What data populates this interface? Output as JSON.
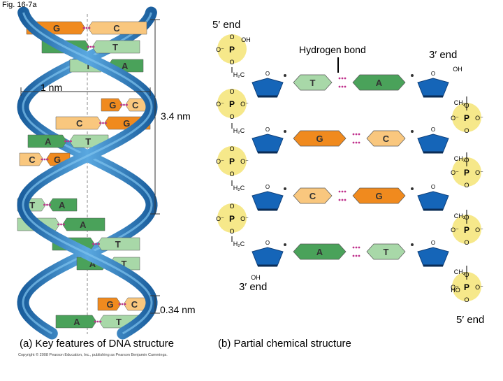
{
  "figure_label": "Fig. 16-7a",
  "labels": {
    "five_prime_top": "5′ end",
    "hydrogen_bond": "Hydrogen bond",
    "three_prime_right": "3′ end",
    "one_nm": "1 nm",
    "three_four_nm": "3.4 nm",
    "zero_three_four_nm": "0.34 nm",
    "three_prime_bottom": "3′ end",
    "five_prime_bottom": "5′ end"
  },
  "captions": {
    "a": "(a) Key features of DNA structure",
    "b": "(b) Partial chemical structure"
  },
  "copyright": "Copyright © 2008 Pearson Education, Inc., publishing as Pearson Benjamin Cummings.",
  "helix_pairs": [
    {
      "left": "G",
      "right": "C"
    },
    {
      "left": "A",
      "right": "T"
    },
    {
      "left": "T",
      "right": "A"
    },
    {
      "left": "G",
      "right": "C"
    },
    {
      "left": "C",
      "right": "G"
    },
    {
      "left": "A",
      "right": "T"
    },
    {
      "left": "C",
      "right": "G"
    },
    {
      "left": "T",
      "right": "A"
    },
    {
      "left": "T",
      "right": "A"
    },
    {
      "left": "A",
      "right": "T"
    },
    {
      "left": "A",
      "right": "T"
    },
    {
      "left": "G",
      "right": "C"
    },
    {
      "left": "A",
      "right": "T"
    }
  ],
  "chem_pairs": [
    {
      "left": "T",
      "right": "A"
    },
    {
      "left": "G",
      "right": "C"
    },
    {
      "left": "C",
      "right": "G"
    },
    {
      "left": "A",
      "right": "T"
    }
  ],
  "chem_text": {
    "oh": "OH",
    "o": "O",
    "o_minus": "O⁻",
    "p": "P",
    "h2c": "H₂C",
    "ch2": "CH₂",
    "ho": "HO"
  },
  "colors": {
    "G": "#f08a1e",
    "C": "#f9c77e",
    "A": "#4aa25a",
    "T": "#a8d8a8",
    "backbone": "#2b7fc0",
    "sugar": "#1565b8",
    "phosphate": "#f6e88a"
  }
}
